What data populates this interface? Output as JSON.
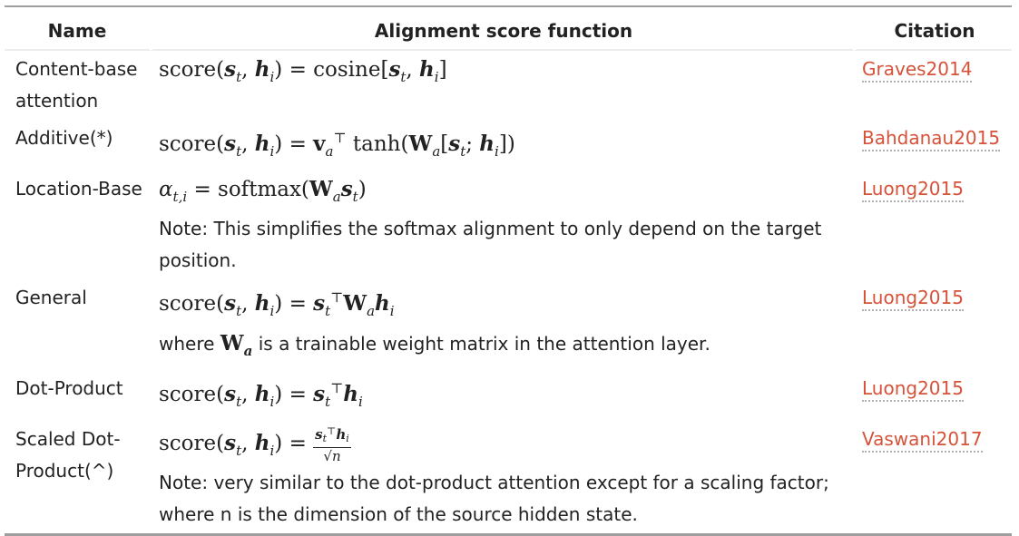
{
  "headers": {
    "name": "Name",
    "function": "Alignment score function",
    "citation": "Citation"
  },
  "rows": [
    {
      "name": "Content-base attention",
      "formula": "score(s_t, h_i) = cosine[s_t, h_i]",
      "note": "",
      "citation": "Graves2014"
    },
    {
      "name": "Additive(*)",
      "formula": "score(s_t, h_i) = v_a^⊤ tanh(W_a[s_t; h_i])",
      "note": "",
      "citation": "Bahdanau2015"
    },
    {
      "name": "Location-Base",
      "formula": "α_t,i = softmax(W_a s_t)",
      "note": "Note: This simplifies the softmax alignment to only depend on the target position.",
      "citation": "Luong2015"
    },
    {
      "name": "General",
      "formula": "score(s_t, h_i) = s_t^⊤ W_a h_i",
      "note_prefix": "where",
      "note_suffix": "is a trainable weight matrix in the attention layer.",
      "citation": "Luong2015"
    },
    {
      "name": "Dot-Product",
      "formula": "score(s_t, h_i) = s_t^⊤ h_i",
      "note": "",
      "citation": "Luong2015"
    },
    {
      "name": "Scaled Dot-Product(^)",
      "formula": "score(s_t, h_i) = s_t^⊤ h_i / √n",
      "note": "Note: very similar to the dot-product attention except for a scaling factor; where n is the dimension of the source hidden state.",
      "citation": "Vaswani2017"
    }
  ],
  "colors": {
    "link": "#d65239",
    "rule": "#9e9e9e",
    "text": "#222222"
  }
}
